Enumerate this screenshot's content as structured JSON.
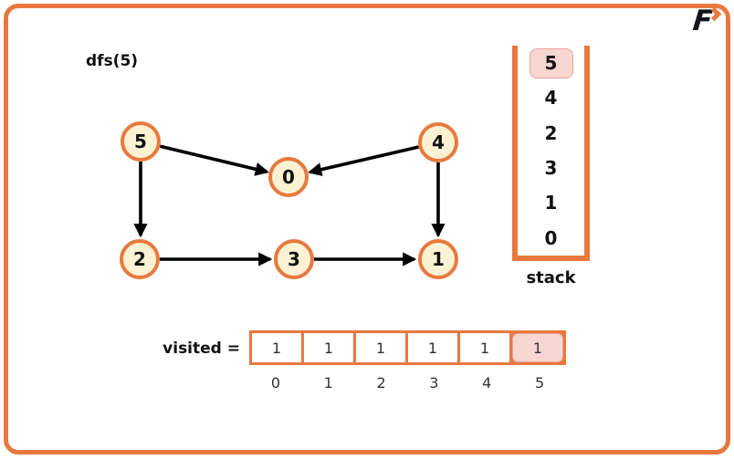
{
  "title": "dfs(5)",
  "logo": {
    "letter": "F"
  },
  "colors": {
    "accent": "#E8793E",
    "node-fill": "#FBF2D3",
    "highlight-fill": "#F8D6D2",
    "highlight-border": "#ECA29C",
    "ink": "#111111",
    "muted-ink": "#333333"
  },
  "graph": {
    "nodes": [
      {
        "id": "5"
      },
      {
        "id": "4"
      },
      {
        "id": "0"
      },
      {
        "id": "2"
      },
      {
        "id": "3"
      },
      {
        "id": "1"
      }
    ],
    "edges": [
      {
        "from": "5",
        "to": "0"
      },
      {
        "from": "4",
        "to": "0"
      },
      {
        "from": "5",
        "to": "2"
      },
      {
        "from": "4",
        "to": "1"
      },
      {
        "from": "2",
        "to": "3"
      },
      {
        "from": "3",
        "to": "1"
      }
    ]
  },
  "stack": {
    "label": "stack",
    "items": [
      "5",
      "4",
      "2",
      "3",
      "1",
      "0"
    ],
    "highlighted_index": 0
  },
  "visited": {
    "label": "visited =",
    "values": [
      "1",
      "1",
      "1",
      "1",
      "1",
      "1"
    ],
    "indices": [
      "0",
      "1",
      "2",
      "3",
      "4",
      "5"
    ],
    "highlighted_index": 5
  }
}
